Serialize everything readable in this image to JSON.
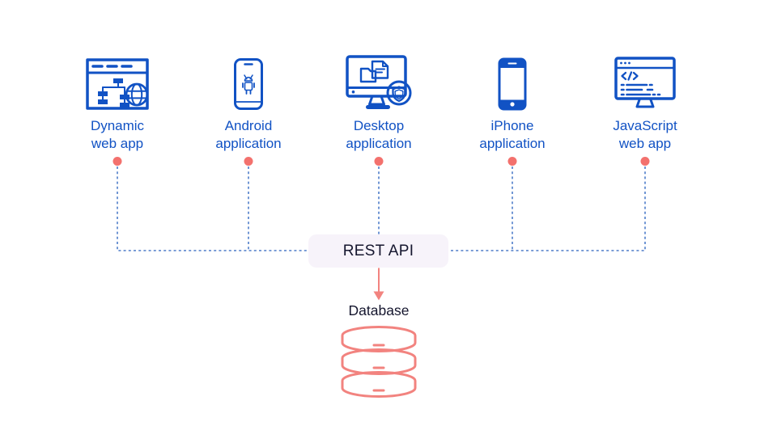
{
  "diagram": {
    "type": "architecture",
    "edges": [
      {
        "from": "Dynamic web app",
        "to": "REST API"
      },
      {
        "from": "Android application",
        "to": "REST API"
      },
      {
        "from": "Desktop application",
        "to": "REST API"
      },
      {
        "from": "iPhone application",
        "to": "REST API"
      },
      {
        "from": "JavaScript web app",
        "to": "REST API"
      },
      {
        "from": "REST API",
        "to": "Database"
      }
    ]
  },
  "clients": [
    {
      "line1": "Dynamic",
      "line2": "web app",
      "icon": "dynamic-web-app-icon"
    },
    {
      "line1": "Android",
      "line2": "application",
      "icon": "android-application-icon"
    },
    {
      "line1": "Desktop",
      "line2": "application",
      "icon": "desktop-application-icon"
    },
    {
      "line1": "iPhone",
      "line2": "application",
      "icon": "iphone-application-icon"
    },
    {
      "line1": "JavaScript",
      "line2": "web app",
      "icon": "javascript-web-app-icon"
    }
  ],
  "api": {
    "label": "REST API"
  },
  "database": {
    "label": "Database",
    "icon": "database-icon"
  },
  "colors": {
    "background": "#ffffff",
    "client_blue": "#1152c4",
    "connector_blue": "#4d7cc9",
    "dot_pink": "#f3716d",
    "db_pink": "#f2837f",
    "api_bg": "#f7f3fa",
    "dark_text": "#15162e"
  }
}
